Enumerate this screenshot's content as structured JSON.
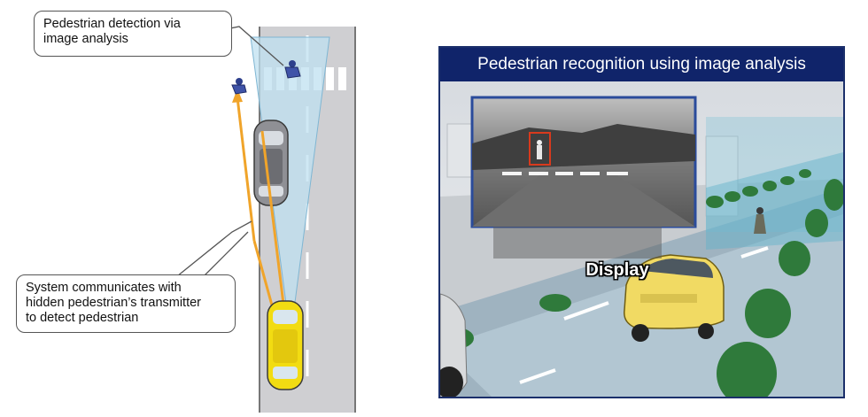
{
  "left": {
    "callout_top": [
      "Pedestrian detection via",
      "image analysis"
    ],
    "callout_bottom": [
      "System communicates with",
      "hidden pedestrian’s transmitter",
      "to detect pedestrian"
    ]
  },
  "right": {
    "title": "Pedestrian recognition using image analysis",
    "display_label": "Display"
  },
  "colors": {
    "road": "#cfcfd2",
    "lane_line": "#ffffff",
    "detection_cone": "#bfe0f0",
    "signal_arrow": "#f0a42a",
    "ego_car": "#f2dc12",
    "panel_border": "#1b2f6b",
    "panel_title_bg": "#10246a",
    "detection_box": "#d83a1d"
  }
}
